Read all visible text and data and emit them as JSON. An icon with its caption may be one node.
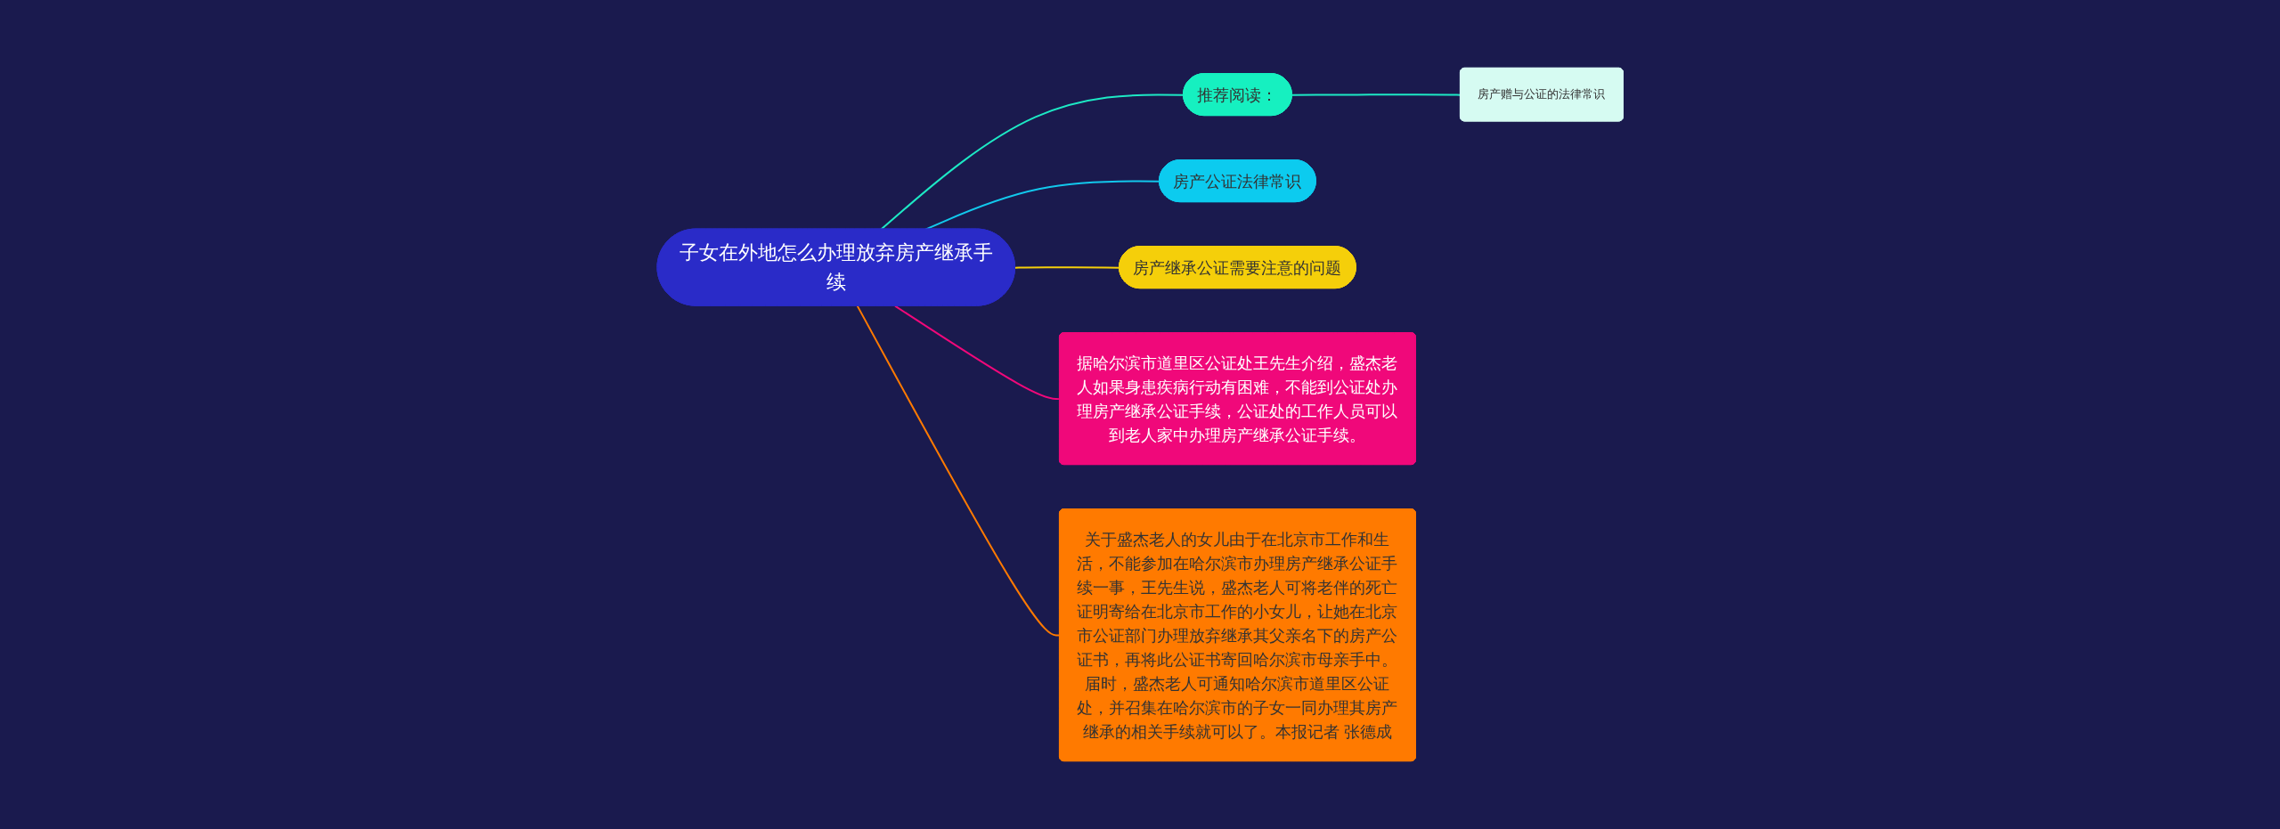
{
  "diagram": {
    "nodes": [
      {
        "text": [
          "子女在外地怎么办理放弃房产继承手续"
        ]
      },
      {
        "text": [
          "推荐阅读："
        ]
      },
      {
        "text": [
          "房产赠与公证的法律常识"
        ]
      },
      {
        "text": [
          "房产公证法律常识"
        ]
      },
      {
        "text": [
          "房产继承公证需要注意的问题"
        ]
      },
      {
        "text": [
          "据哈尔滨市道里区公证处王先生介绍，盛杰老人如果身患疾病行动有困难，不能到公证处办理房产继承公证手续，公证处的工作人员可以到老人家中办理房产继承公证手续。"
        ]
      },
      {
        "text": [
          "关于盛杰老人的女儿由于在北京市工作和生活，不能参加在哈尔滨市办理房产继承公证手续一事，王先生说，盛杰老人可将老伴的死亡证明寄给在北京市工作的小女儿，让她在北京市公证部门办理放弃继承其父亲名下的房产公证书，再将此公证书寄回哈尔滨市母亲手中。届时，盛杰老人可通知哈尔滨市道里区公证处，并召集在哈尔滨市的子女一同办理其房产继承的相关手续就可以了。本报记者 张德成"
        ]
      }
    ],
    "edges": [
      {
        "from": 0,
        "to": 1,
        "arrow": "none",
        "color": "#1de9c5"
      },
      {
        "from": 1,
        "to": 2,
        "arrow": "none",
        "color": "#1de9c5"
      },
      {
        "from": 0,
        "to": 3,
        "arrow": "none",
        "color": "#12c8ec"
      },
      {
        "from": 0,
        "to": 4,
        "arrow": "none",
        "color": "#f5cf0a"
      },
      {
        "from": 0,
        "to": 5,
        "arrow": "none",
        "color": "#f0087a"
      },
      {
        "from": 0,
        "to": 6,
        "arrow": "none",
        "color": "#ff7a00"
      }
    ]
  }
}
